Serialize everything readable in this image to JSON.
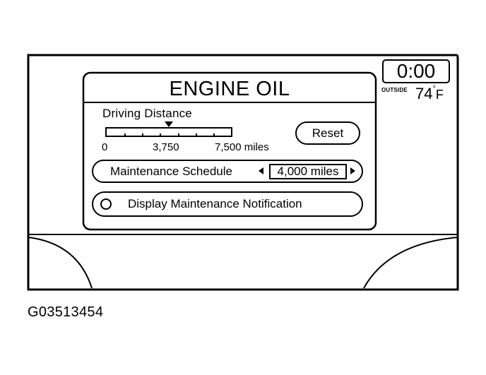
{
  "screen": {
    "title": "ENGINE OIL"
  },
  "clock": {
    "time": "0:00",
    "outside_label": "OUTSIDE",
    "outside_temp": "74",
    "temp_degree": "°",
    "temp_unit": "F"
  },
  "driving_distance": {
    "label": "Driving Distance",
    "progress_fraction": 0.5,
    "ticks": [
      "0",
      "3,750",
      "7,500 miles"
    ]
  },
  "reset_button": {
    "label": "Reset"
  },
  "maintenance_schedule": {
    "label": "Maintenance Schedule",
    "value": "4,000 miles"
  },
  "notification": {
    "label": "Display Maintenance Notification",
    "checked": false
  },
  "figure_id": "G03513454"
}
